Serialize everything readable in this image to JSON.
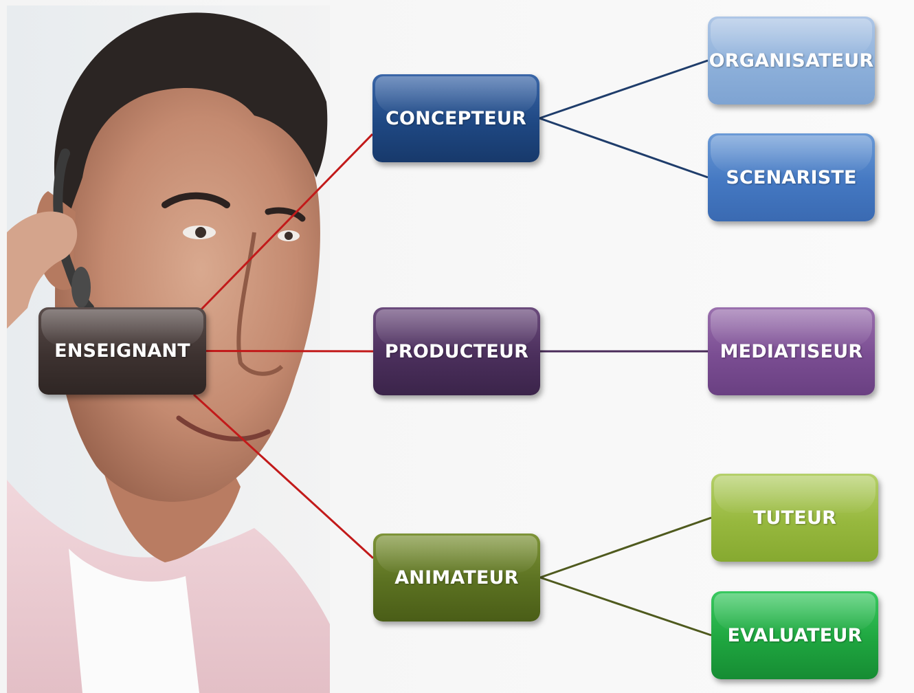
{
  "colors": {
    "root_link": "#c21a1a",
    "concepteur_link": "#1f3d6b",
    "producteur_link": "#4a2c5a",
    "animateur_link": "#4f5a1e"
  },
  "diagram": {
    "root": "ENSEIGNANT",
    "branches": [
      {
        "label": "CONCEPTEUR",
        "children": [
          "ORGANISATEUR",
          "SCENARISTE"
        ]
      },
      {
        "label": "PRODUCTEUR",
        "children": [
          "MEDIATISEUR"
        ]
      },
      {
        "label": "ANIMATEUR",
        "children": [
          "TUTEUR",
          "EVALUATEUR"
        ]
      }
    ]
  }
}
